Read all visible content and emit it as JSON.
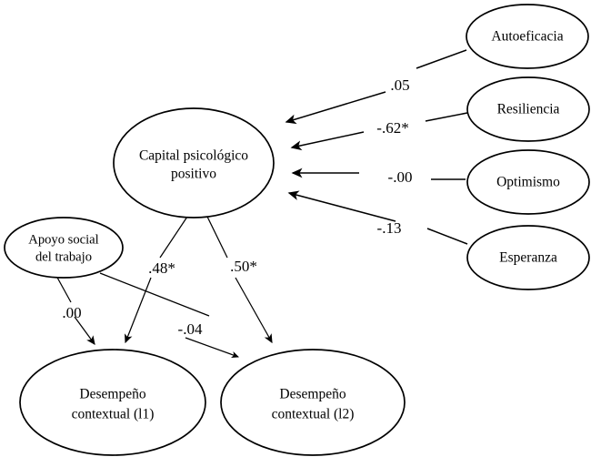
{
  "figure": {
    "type": "path-diagram",
    "description": "Structural equation model path diagram",
    "background_color": "#ffffff",
    "line_color": "#000000"
  },
  "nodes": {
    "latent_center": {
      "label_line1": "Capital psicológico",
      "label_line2": "positivo"
    },
    "predictor_left": {
      "label_line1": "Apoyo social",
      "label_line2": "del trabajo"
    },
    "outcome_1": {
      "label_line1": "Desempeño",
      "label_line2": "contextual (l1)"
    },
    "outcome_2": {
      "label_line1": "Desempeño",
      "label_line2": "contextual (l2)"
    },
    "indicator_1": {
      "label": "Autoeficacia"
    },
    "indicator_2": {
      "label": "Resiliencia"
    },
    "indicator_3": {
      "label": "Optimismo"
    },
    "indicator_4": {
      "label": "Esperanza"
    }
  },
  "coefficients": {
    "autoeficacia_to_capital": ".05",
    "resiliencia_to_capital": "-.62*",
    "optimismo_to_capital": "-.00",
    "esperanza_to_capital": "-.13",
    "capital_to_outcome1": ".48*",
    "capital_to_outcome2": ".50*",
    "apoyo_to_outcome1": ".00",
    "apoyo_to_outcome2": "-.04"
  },
  "chart_data": {
    "type": "diagram",
    "title": "",
    "paths": [
      {
        "from": "Autoeficacia",
        "to": "Capital psicológico positivo",
        "estimate": 0.05,
        "label": ".05",
        "significant": false
      },
      {
        "from": "Resiliencia",
        "to": "Capital psicológico positivo",
        "estimate": -0.62,
        "label": "-.62*",
        "significant": true
      },
      {
        "from": "Optimismo",
        "to": "Capital psicológico positivo",
        "estimate": -0.0,
        "label": "-.00",
        "significant": false
      },
      {
        "from": "Esperanza",
        "to": "Capital psicológico positivo",
        "estimate": -0.13,
        "label": "-.13",
        "significant": false
      },
      {
        "from": "Capital psicológico positivo",
        "to": "Desempeño contextual (l1)",
        "estimate": 0.48,
        "label": ".48*",
        "significant": true
      },
      {
        "from": "Capital psicológico positivo",
        "to": "Desempeño contextual (l2)",
        "estimate": 0.5,
        "label": ".50*",
        "significant": true
      },
      {
        "from": "Apoyo social del trabajo",
        "to": "Desempeño contextual (l1)",
        "estimate": 0.0,
        "label": ".00",
        "significant": false
      },
      {
        "from": "Apoyo social del trabajo",
        "to": "Desempeño contextual (l2)",
        "estimate": -0.04,
        "label": "-.04",
        "significant": false
      }
    ]
  }
}
